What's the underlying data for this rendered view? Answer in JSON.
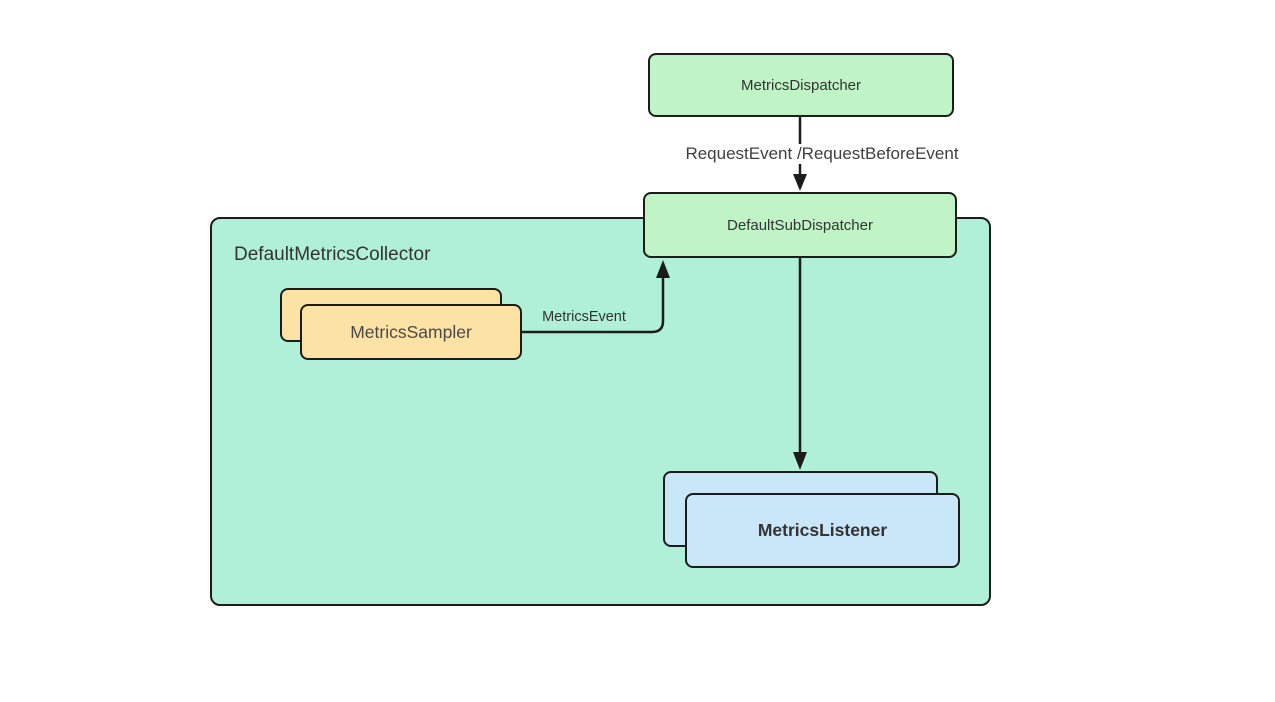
{
  "diagram": {
    "background_color": "#ffffff",
    "edge_color": "#1c1c1c",
    "group": {
      "label": "DefaultMetricsCollector",
      "fill": "#b0f0d8"
    },
    "nodes": {
      "metrics_dispatcher": {
        "label": "MetricsDispatcher",
        "fill": "#c0f4c6"
      },
      "default_sub_dispatcher": {
        "label": "DefaultSubDispatcher",
        "fill": "#c0f4c6"
      },
      "metrics_sampler": {
        "label": "MetricsSampler",
        "fill": "#fde2a6"
      },
      "metrics_listener": {
        "label": "MetricsListener",
        "fill": "#cae7fa"
      }
    },
    "edges": {
      "dispatcher_to_subdispatcher": {
        "from": "MetricsDispatcher",
        "to": "DefaultSubDispatcher",
        "label": "RequestEvent /RequestBeforeEvent"
      },
      "sampler_to_subdispatcher": {
        "from": "MetricsSampler",
        "to": "DefaultSubDispatcher",
        "label": "MetricsEvent"
      },
      "subdispatcher_to_listener": {
        "from": "DefaultSubDispatcher",
        "to": "MetricsListener",
        "label": ""
      }
    }
  }
}
